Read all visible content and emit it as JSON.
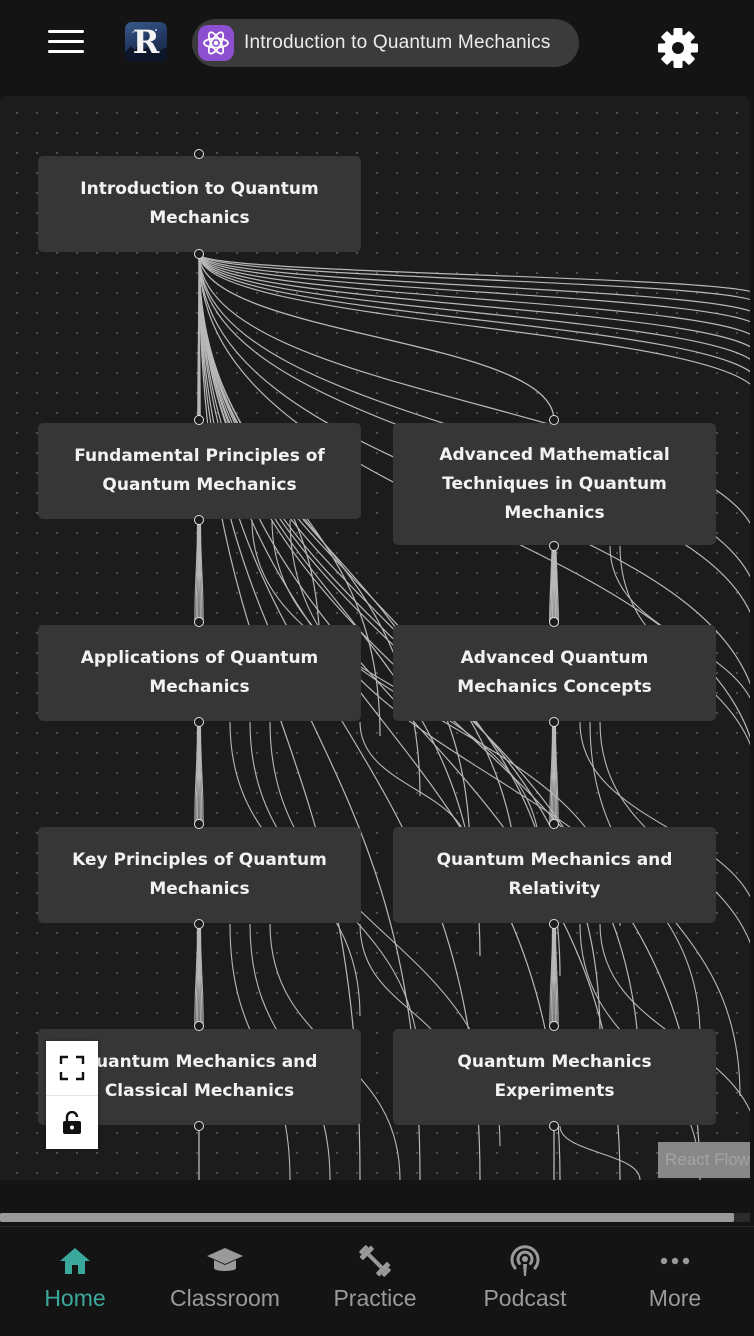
{
  "header": {
    "logo_letter": "R",
    "topic_title": "Introduction to Quantum Mechanics",
    "icons": {
      "menu": "hamburger-menu-icon",
      "topic": "atom-icon",
      "settings": "gear-icon"
    },
    "accent_color": "#8b4fd0"
  },
  "graph": {
    "nodes": [
      {
        "id": "intro",
        "label": "Introduction to Quantum Mechanics"
      },
      {
        "id": "fundamental",
        "label": "Fundamental Principles of Quantum Mechanics"
      },
      {
        "id": "advanced-math",
        "label": "Advanced Mathematical Techniques in Quantum Mechanics"
      },
      {
        "id": "applications",
        "label": "Applications of Quantum Mechanics"
      },
      {
        "id": "advanced-concepts",
        "label": "Advanced Quantum Mechanics Concepts"
      },
      {
        "id": "key-principles",
        "label": "Key Principles of Quantum Mechanics"
      },
      {
        "id": "relativity",
        "label": "Quantum Mechanics and Relativity"
      },
      {
        "id": "classical",
        "label": "Quantum Mechanics and Classical Mechanics"
      },
      {
        "id": "experiments",
        "label": "Quantum Mechanics Experiments"
      }
    ],
    "controls": {
      "fit_view": "fit-view-icon",
      "toggle_lock": "unlock-icon"
    },
    "attribution": "React Flow"
  },
  "bottom_nav": {
    "items": [
      {
        "label": "Home",
        "icon": "home-icon",
        "active": true
      },
      {
        "label": "Classroom",
        "icon": "graduation-cap-icon",
        "active": false
      },
      {
        "label": "Practice",
        "icon": "dumbbell-icon",
        "active": false
      },
      {
        "label": "Podcast",
        "icon": "podcast-icon",
        "active": false
      },
      {
        "label": "More",
        "icon": "more-dots-icon",
        "active": false
      }
    ],
    "active_color": "#3aa89a"
  }
}
